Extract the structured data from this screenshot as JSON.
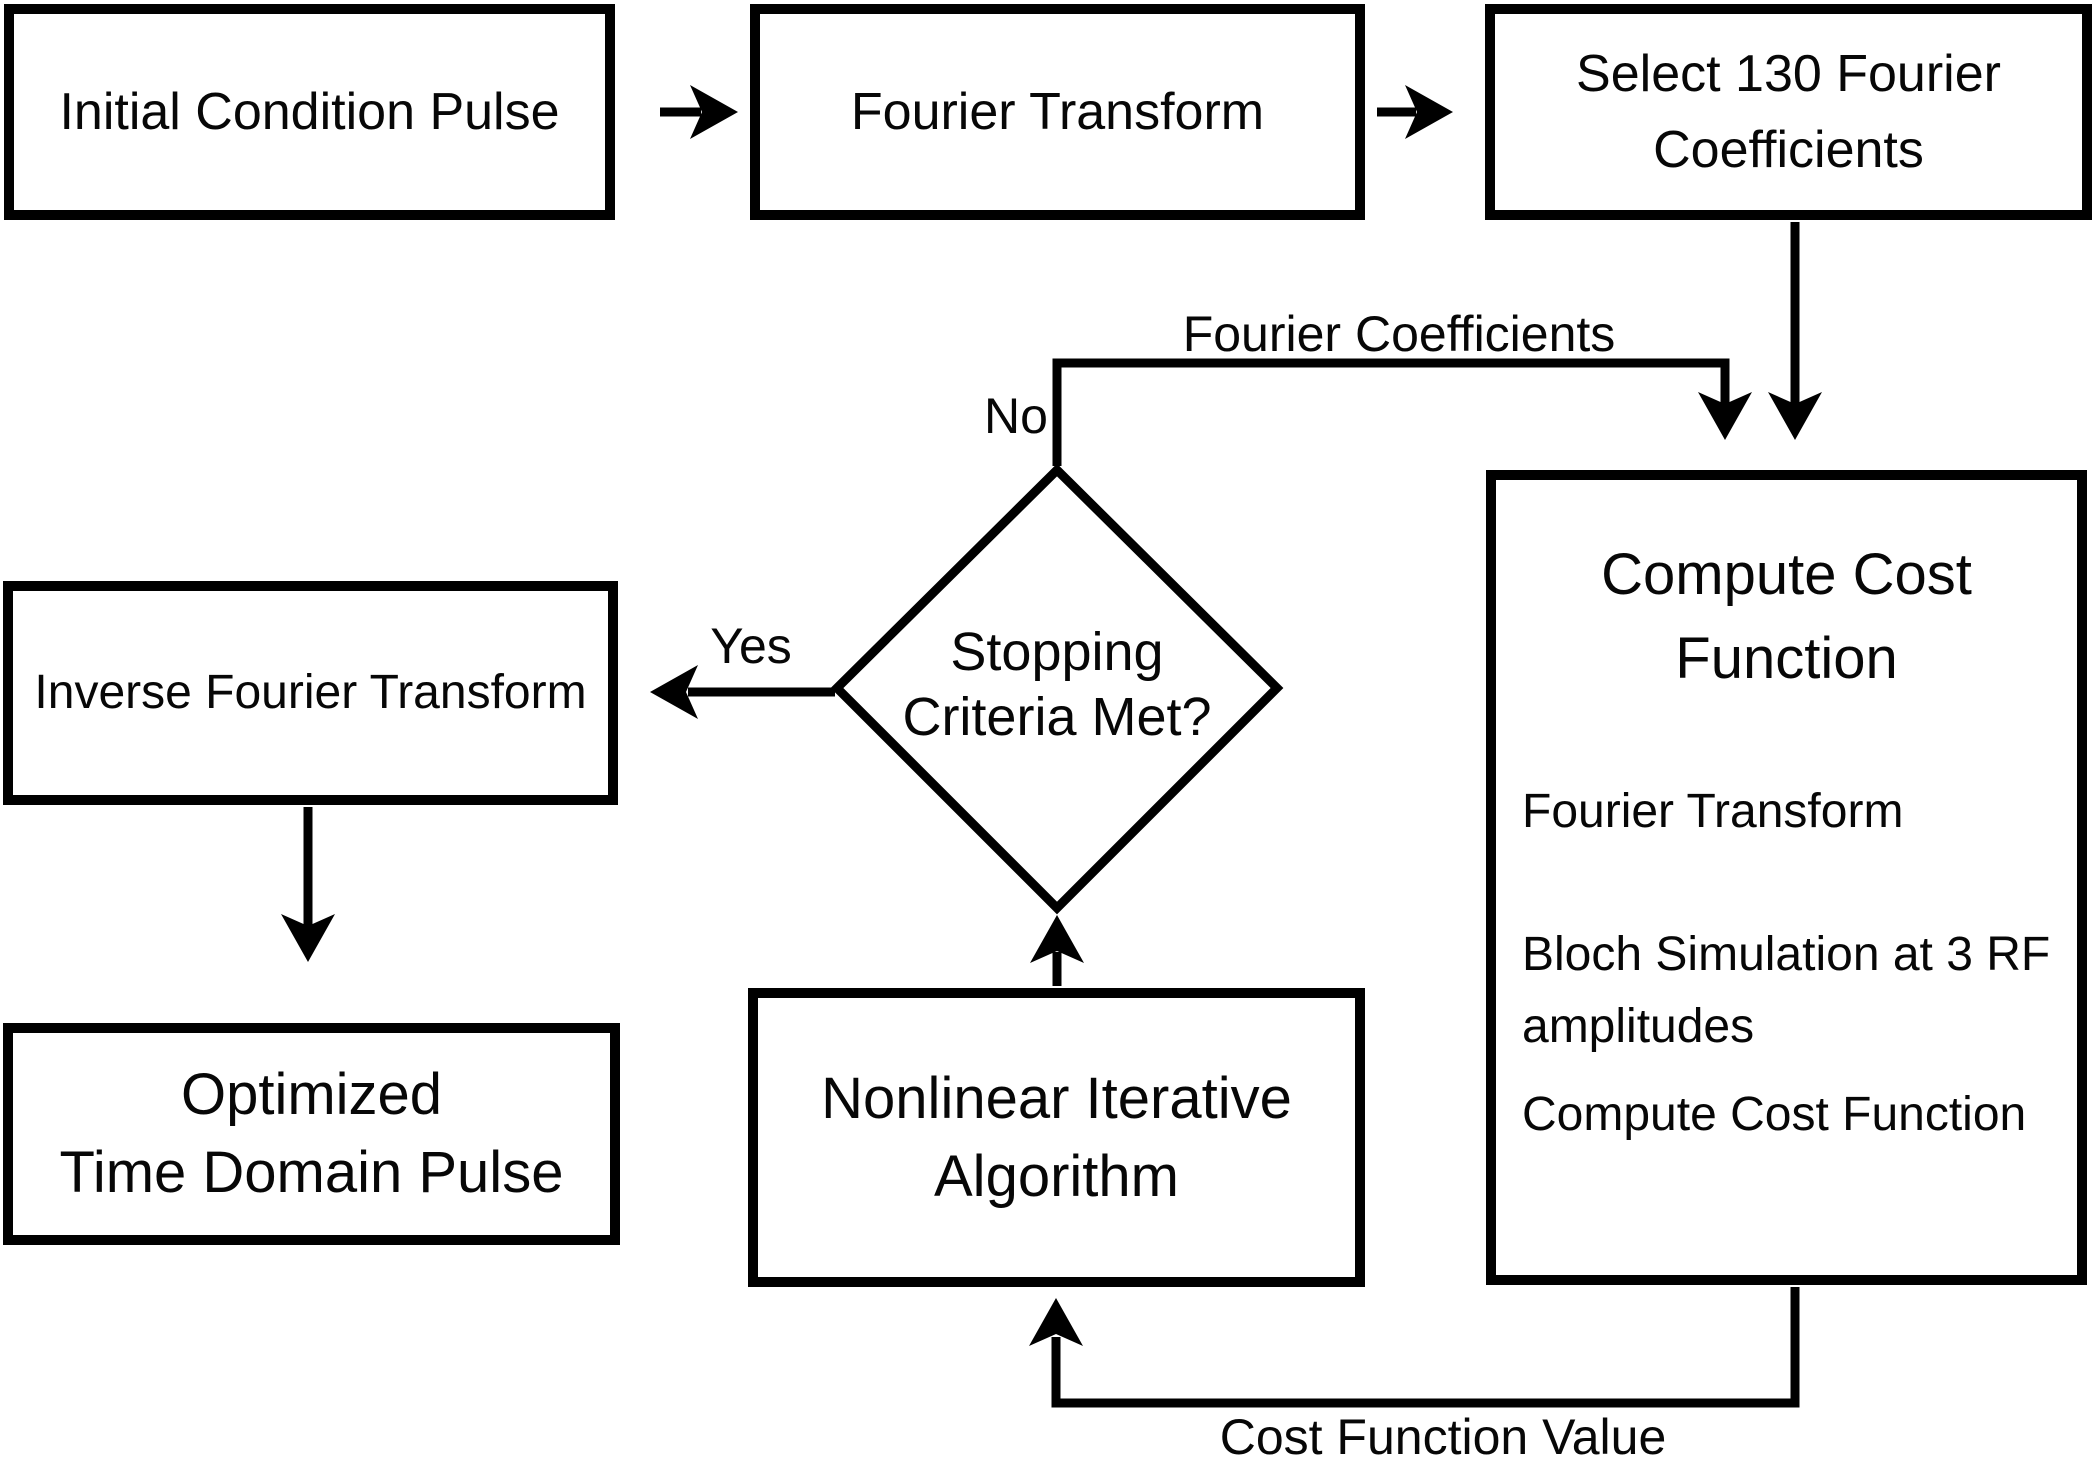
{
  "figure": {
    "colors": {
      "stroke": "#000000",
      "background": "#ffffff"
    },
    "nodes": {
      "initial": {
        "label": "Initial Condition Pulse"
      },
      "fourier": {
        "label": "Fourier Transform"
      },
      "select": {
        "lines": [
          "Select 130 Fourier",
          "Coefficients"
        ]
      },
      "decision": {
        "lines": [
          "Stopping",
          "Criteria Met?"
        ]
      },
      "inverse": {
        "label": "Inverse Fourier Transform"
      },
      "optimized": {
        "lines": [
          "Optimized",
          "Time Domain Pulse"
        ]
      },
      "nonlinear": {
        "lines": [
          "Nonlinear Iterative",
          "Algorithm"
        ]
      },
      "compute": {
        "title_lines": [
          "Compute Cost",
          "Function"
        ],
        "items": [
          "Fourier Transform",
          "Bloch Simulation at 3 RF amplitudes",
          "Compute Cost Function"
        ]
      }
    },
    "edge_labels": {
      "fourier_coefficients": "Fourier Coefficients",
      "no": "No",
      "yes": "Yes",
      "cost_function_value": "Cost Function Value"
    }
  }
}
